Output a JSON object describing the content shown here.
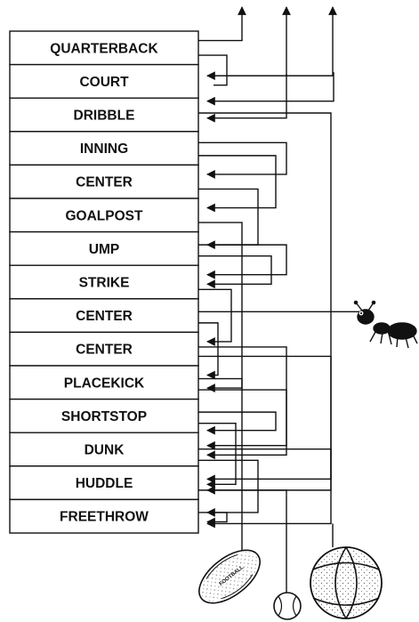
{
  "puzzle": {
    "words": [
      "QUARTERBACK",
      "COURT",
      "DRIBBLE",
      "INNING",
      "CENTER",
      "GOALPOST",
      "UMP",
      "STRIKE",
      "CENTER",
      "CENTER",
      "PLACEKICK",
      "SHORTSTOP",
      "DUNK",
      "HUDDLE",
      "FREETHROW"
    ],
    "football_label": "FOOTBALL"
  },
  "icons": {
    "football": "football-icon",
    "baseball": "baseball-icon",
    "basketball": "basketball-icon",
    "ant": "ant-icon"
  }
}
